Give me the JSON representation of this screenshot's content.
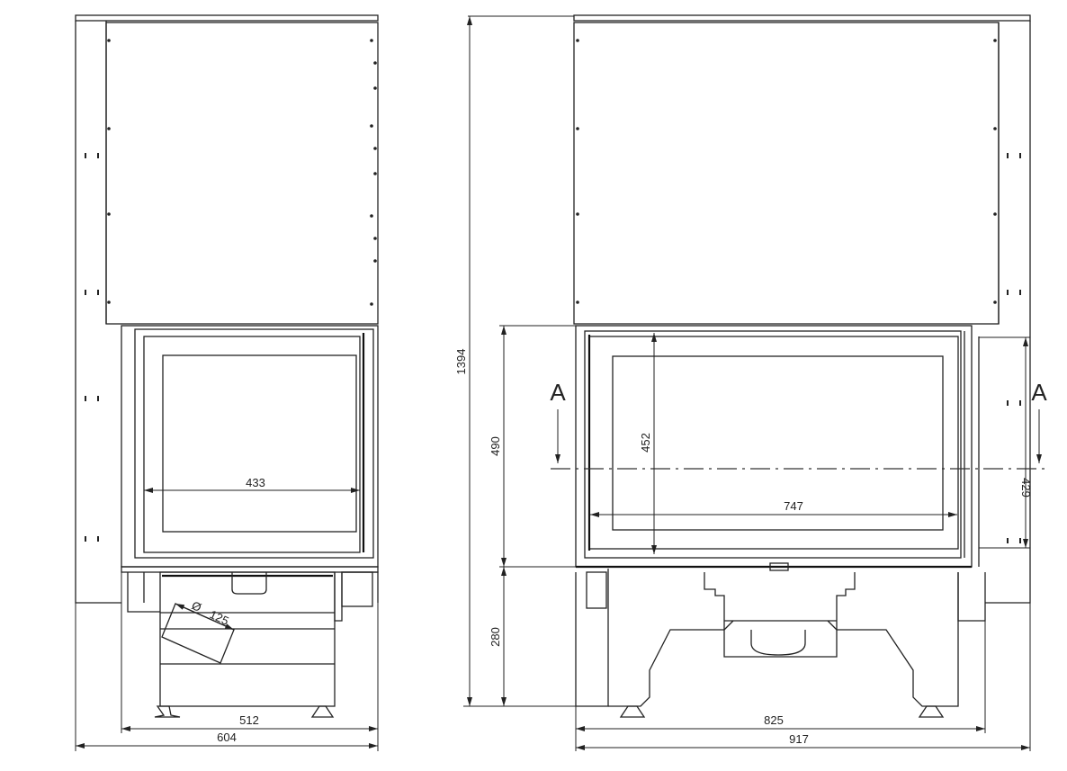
{
  "front_view": {
    "dims": {
      "glass_width": "433",
      "base_width": "512",
      "overall_width": "604",
      "flue_diameter_symbol": "Ø",
      "flue_diameter": "125"
    }
  },
  "side_view": {
    "dims": {
      "overall_height": "1394",
      "firebox_height": "490",
      "base_height": "280",
      "glass_height": "452",
      "glass_width": "747",
      "side_glass_height": "429",
      "base_width": "825",
      "overall_width": "917"
    },
    "section_label_left": "A",
    "section_label_right": "A"
  }
}
